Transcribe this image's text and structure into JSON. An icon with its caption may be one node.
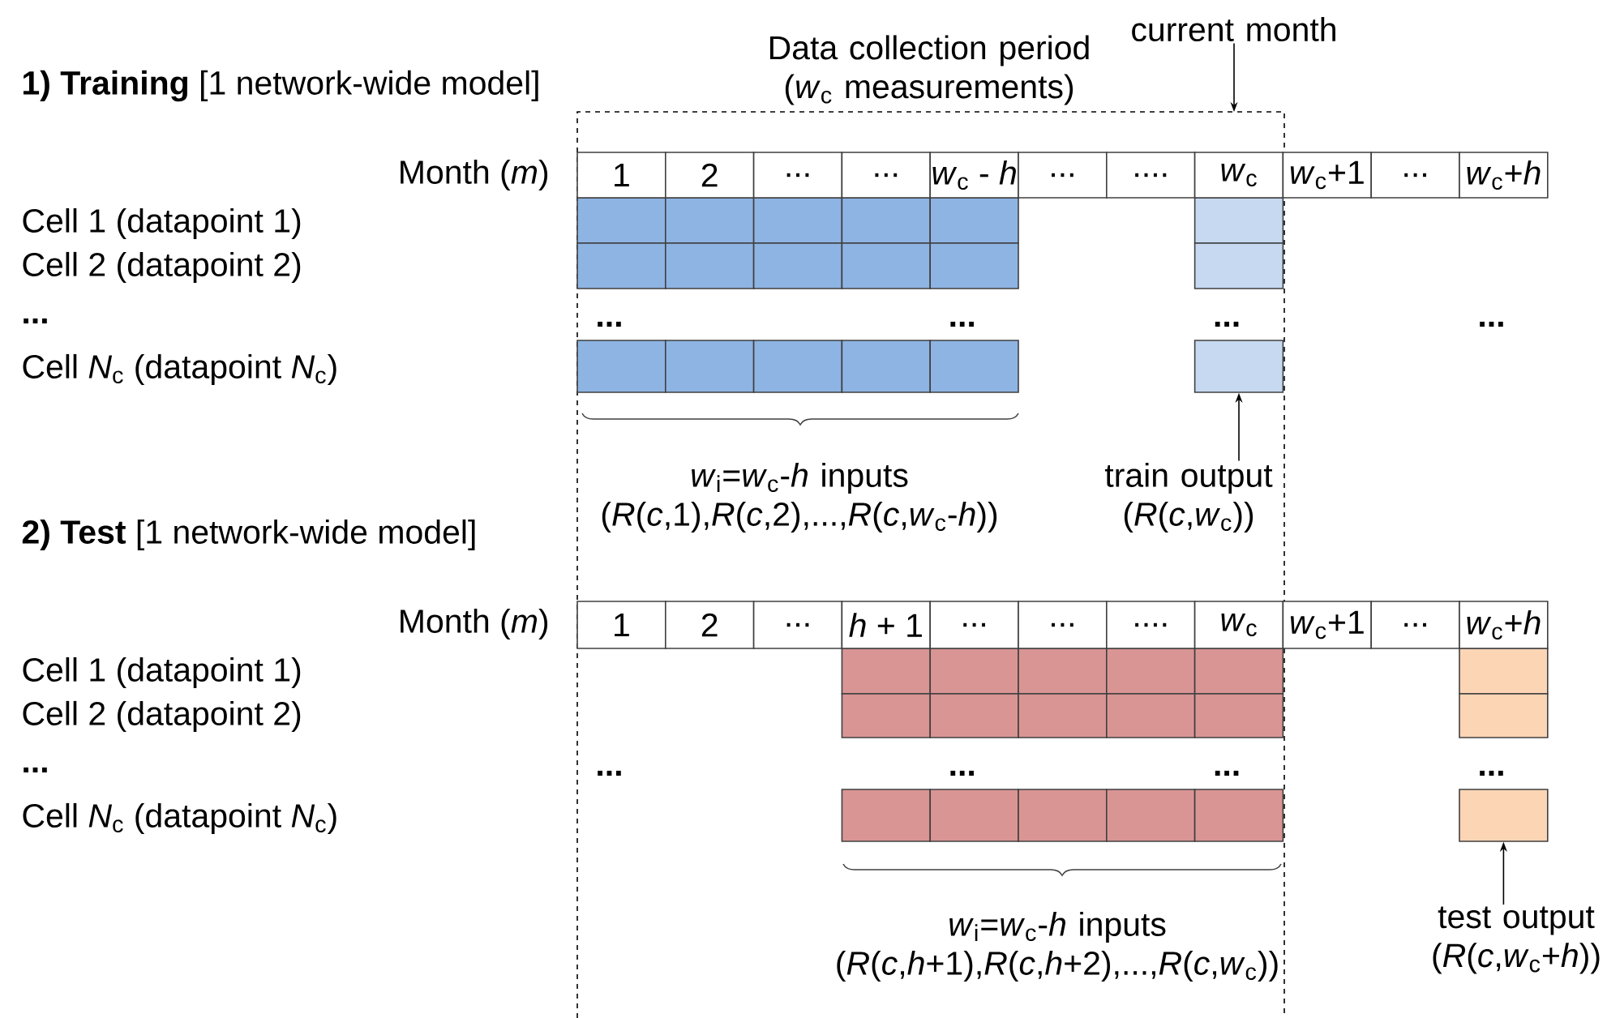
{
  "diagram": {
    "nodes": [
      {
        "text": [
          "current month"
        ]
      },
      {
        "text": [],
        "shape": "box"
      },
      {
        "text": [],
        "shape": "box"
      },
      {
        "text": [],
        "shape": "box"
      },
      {
        "text": [],
        "shape": "box"
      },
      {
        "text": [],
        "shape": "box"
      },
      {
        "text": [],
        "shape": "box"
      },
      {
        "text": [],
        "shape": "box"
      },
      {
        "text": [],
        "shape": "box"
      },
      {
        "text": [],
        "shape": "box"
      },
      {
        "text": [],
        "shape": "box"
      },
      {
        "text": [],
        "shape": "box"
      },
      {
        "text": [],
        "shape": "box"
      },
      {
        "text": [],
        "shape": "box"
      },
      {
        "text": [],
        "shape": "box"
      },
      {
        "text": [],
        "shape": "box"
      },
      {
        "text": [],
        "shape": "box"
      },
      {
        "text": [],
        "shape": "box"
      },
      {
        "text": [],
        "shape": "box"
      },
      {
        "text": [
          "train output (*R*(*c*,*w*$_{c}$))"
        ]
      },
      {
        "text": [],
        "shape": "box"
      },
      {
        "text": [],
        "shape": "box"
      },
      {
        "text": [],
        "shape": "box"
      },
      {
        "text": [],
        "shape": "box"
      },
      {
        "text": [],
        "shape": "box"
      },
      {
        "text": [],
        "shape": "box"
      },
      {
        "text": [],
        "shape": "box"
      },
      {
        "text": [],
        "shape": "box"
      },
      {
        "text": [],
        "shape": "box"
      },
      {
        "text": [],
        "shape": "box"
      },
      {
        "text": [],
        "shape": "box"
      },
      {
        "text": [],
        "shape": "box"
      },
      {
        "text": [],
        "shape": "box"
      },
      {
        "text": [],
        "shape": "box"
      },
      {
        "text": [],
        "shape": "box"
      },
      {
        "text": [],
        "shape": "box"
      },
      {
        "text": [],
        "shape": "box"
      },
      {
        "text": [],
        "shape": "box"
      },
      {
        "text": [
          "test output (*R*(*c*,*w*$_{c}$+*h*))"
        ]
      }
    ],
    "edges": [
      {
        "from": 0,
        "to": null,
        "arrow": "to"
      },
      {
        "from": 19,
        "to": 18,
        "arrow": "to"
      },
      {
        "from": 38,
        "to": 37,
        "arrow": "to"
      }
    ],
    "labels": [
      "Data collection period (*w*$_{c}$ measurements)",
      "**1) Training** [1 network-wide model]",
      "Month (*m*)",
      "1",
      "2",
      "...",
      "...",
      "*w*$_{c}$ - *h*",
      "...",
      "....",
      "*w*$_{c}$",
      "*w*$_{c}$+1",
      "...",
      "*w*$_{c}$+*h*",
      "Cell 1 (datapoint 1)",
      "Cell 2 (datapoint 2)",
      "...",
      "...",
      "...",
      "...",
      "...",
      "Cell *N*$_{c}$ (datapoint *N*$_{c}$)",
      "*w*$_{i}$=*w*$_{c}$-*h* inputs (*R*(*c*,1),*R*(*c*,2),...,*R*(*c*,*w*$_{c}$-*h*))",
      "**2) Test** [1 network-wide model]",
      "Month (*m*)",
      "1",
      "2",
      "...",
      "*h* + 1",
      "...",
      "...",
      "....",
      "*w*$_{c}$",
      "*w*$_{c}$+1",
      "...",
      "*w*$_{c}$+*h*",
      "Cell 1 (datapoint 1)",
      "Cell 2 (datapoint 2)",
      "...",
      "...",
      "...",
      "...",
      "...",
      "Cell *N*$_{c}$ (datapoint *N*$_{c}$)",
      "*w*$_{i}$=*w*$_{c}$-*h* inputs (*R*(*c*,*h*+1),*R*(*c*,*h*+2),...,*R*(*c*,*w*$_{c}$))"
    ]
  }
}
